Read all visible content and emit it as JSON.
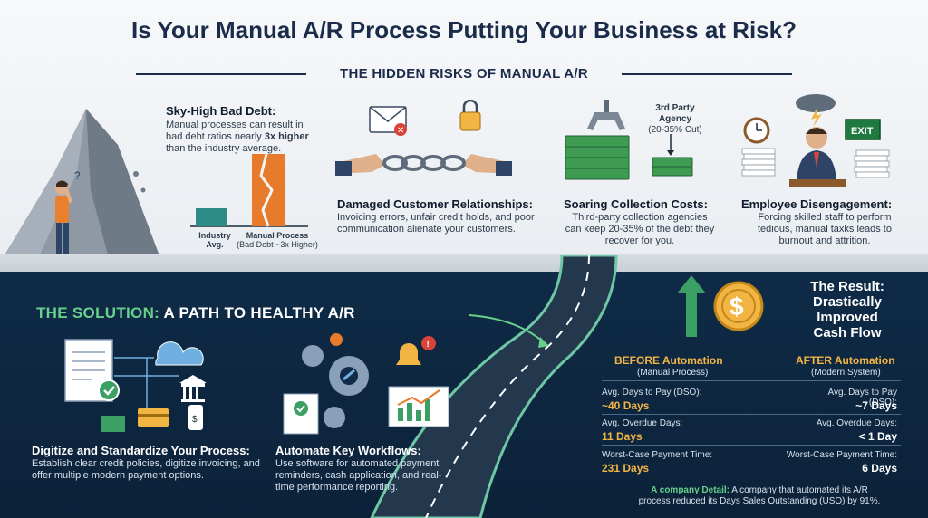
{
  "title": "Is Your Manual A/R Process Putting Your Business at Risk?",
  "risks_header": "THE HIDDEN RISKS OF MANUAL A/R",
  "risks": [
    {
      "title": "Sky-High Bad Debt:",
      "desc_pre": "Manual processes can result in bad debt ratios nearly ",
      "desc_bold": "3x higher",
      "desc_post": " than the industry average."
    },
    {
      "title": "Damaged Customer Relationships:",
      "desc": "Invoicing errors, unfair credit holds, and poor communication alienate your customers."
    },
    {
      "title": "Soaring Collection Costs:",
      "desc": "Third-party collection agencies can keep 20-35% of the debt they recover for you."
    },
    {
      "title": "Employee Disengagement:",
      "desc": "Forcing skilled staff to perform tedious, manual taxks leads to burnout and attrition."
    }
  ],
  "bad_debt_chart": {
    "industry_label_1": "Industry",
    "industry_label_2": "Avg.",
    "manual_label_1": "Manual Process",
    "manual_label_2": "(Bad Debt ~3x Higher)"
  },
  "agency": {
    "line1": "3rd Party",
    "line2": "Agency",
    "line3": "(20-35% Cut)"
  },
  "exit_sign": "EXIT",
  "solution": {
    "accent": "THE SOLUTION:",
    "rest": " A PATH TO HEALTHY A/R"
  },
  "solutions": [
    {
      "title": "Digitize and Standardize Your Process:",
      "desc": "Establish clear credit policies, digitize invoicing, and offer multiple modern payment options."
    },
    {
      "title": "Automate Key Workflows:",
      "desc": "Use software for automated payment reminders, cash application, and real-time performance reporting."
    }
  ],
  "result": {
    "line1": "The Result:",
    "line2": "Drastically",
    "line3": "Improved",
    "line4": "Cash Flow"
  },
  "before": {
    "title": "BEFORE Automation",
    "subtitle": "(Manual Process)"
  },
  "after": {
    "title": "AFTER Automation",
    "subtitle": "(Modern System)"
  },
  "metrics": [
    {
      "label": "Avg. Days to Pay (DSO):",
      "before": "~40 Days",
      "after": "~7 Days"
    },
    {
      "label": "Avg. Overdue Days:",
      "before": "11 Days",
      "after": "< 1 Day"
    },
    {
      "label": "Worst-Case Payment Time:",
      "before": "231 Days",
      "after": "6 Days"
    }
  ],
  "detail": {
    "accent": "A company Detail:",
    "text": " A company that automated its A/R process reduced its Days Sales Outstanding (USO) by 91%."
  },
  "colors": {
    "navy": "#0f2b47",
    "green": "#66d08c",
    "gold": "#f2b544",
    "orange": "#e87a2c"
  }
}
